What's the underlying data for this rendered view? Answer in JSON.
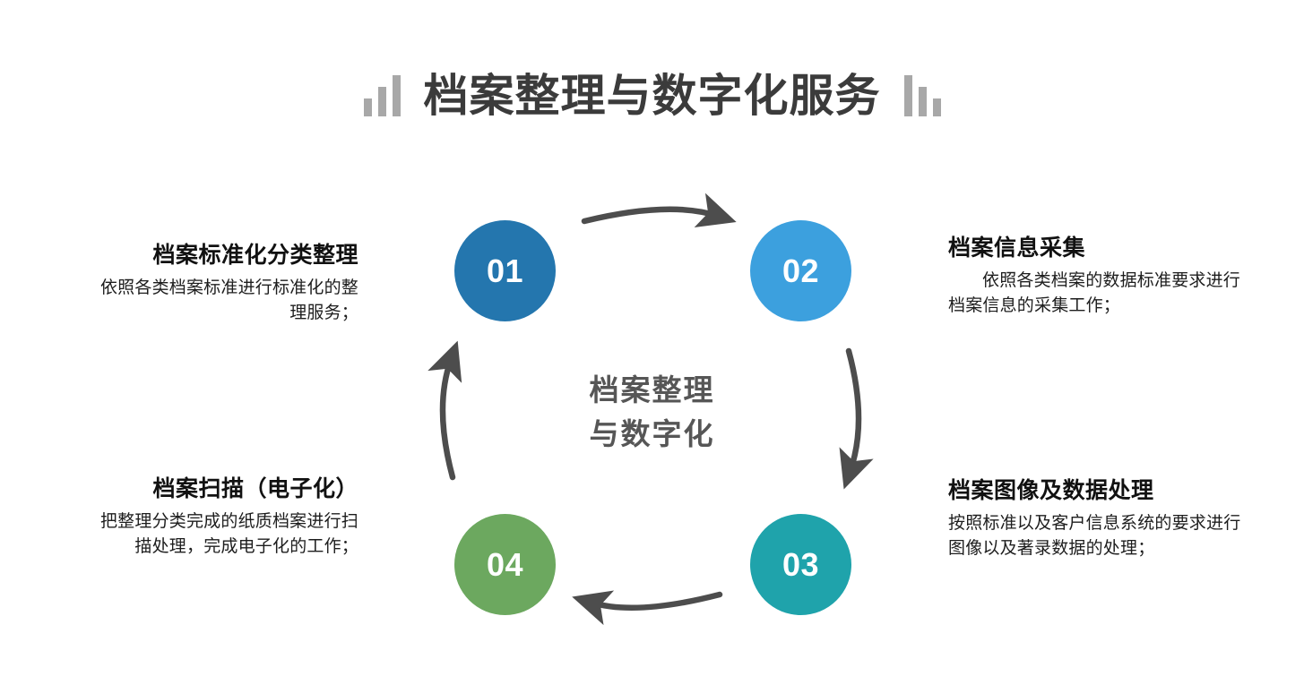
{
  "header": {
    "title": "档案整理与数字化服务",
    "decor_left": "ascending-bars-icon",
    "decor_right": "descending-bars-icon"
  },
  "center": {
    "line1": "档案整理",
    "line2": "与数字化"
  },
  "colors": {
    "step_01": "#2476ae",
    "step_02": "#3ca0de",
    "step_03": "#1fa3ab",
    "step_04": "#6ca85f",
    "arrow": "#4d4d4d",
    "title": "#3b3b3b",
    "decor": "#a8a8a8",
    "center_text": "#565656",
    "heading": "#111111",
    "body": "#1d1d1d",
    "background": "#ffffff"
  },
  "steps": [
    {
      "number": "01",
      "heading": "档案标准化分类整理",
      "body": "依照各类档案标准进行标准化的整理服务；",
      "color": "#2476ae",
      "position": "top-left"
    },
    {
      "number": "02",
      "heading": "档案信息采集",
      "body": "依照各类档案的数据标准要求进行档案信息的采集工作；",
      "color": "#3ca0de",
      "position": "top-right"
    },
    {
      "number": "03",
      "heading": "档案图像及数据处理",
      "body": "按照标准以及客户信息系统的要求进行图像以及著录数据的处理；",
      "color": "#1fa3ab",
      "position": "bottom-right"
    },
    {
      "number": "04",
      "heading": "档案扫描（电子化）",
      "body": "把整理分类完成的纸质档案进行扫描处理，完成电子化的工作；",
      "color": "#6ca85f",
      "position": "bottom-left"
    }
  ],
  "arrows": [
    {
      "name": "arrow-01-to-02",
      "direction": "right"
    },
    {
      "name": "arrow-02-to-03",
      "direction": "down"
    },
    {
      "name": "arrow-03-to-04",
      "direction": "left"
    },
    {
      "name": "arrow-04-to-01",
      "direction": "up"
    }
  ]
}
